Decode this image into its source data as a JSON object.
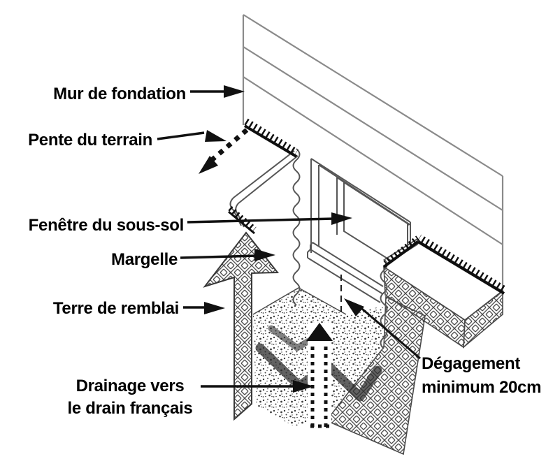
{
  "figure": {
    "title_visible": false,
    "background": "#ffffff",
    "colors": {
      "text": "#000000",
      "annotation_line": "#111111",
      "siding_line": "#8a8a8a",
      "window_line": "#565656",
      "ground_line": "#3a3a3a",
      "hatch": "#4d4d4d",
      "gravel_dot": "#3d3d3d"
    },
    "labels": {
      "mur_de_fondation": "Mur de fondation",
      "pente_du_terrain": "Pente du terrain",
      "fenetre_du_sous_sol": "Fenêtre du sous-sol",
      "margelle": "Margelle",
      "terre_de_remblai": "Terre de remblai",
      "drainage_line1": "Drainage vers",
      "drainage_line2": "le drain français",
      "degagement_line1": "Dégagement",
      "degagement_line2": "minimum 20cm"
    }
  }
}
